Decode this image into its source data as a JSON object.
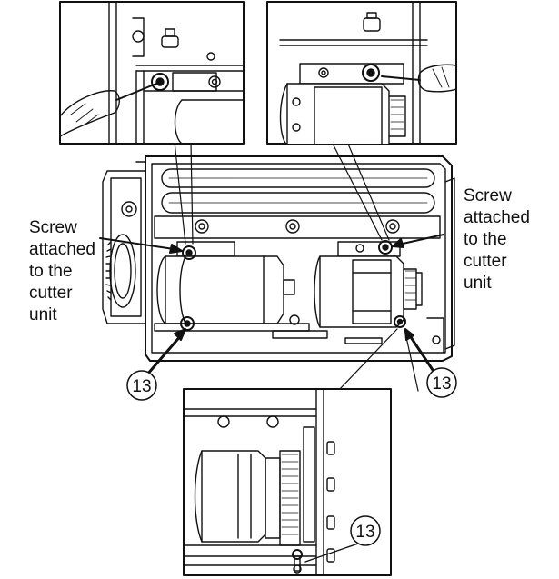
{
  "callouts": {
    "left_label": [
      "Screw",
      "attached",
      "to the",
      "cutter",
      "unit"
    ],
    "right_label": [
      "Screw",
      "attached",
      "to the",
      "cutter",
      "unit"
    ]
  },
  "part_numbers": {
    "left": "13",
    "right": "13",
    "detail": "13"
  },
  "colors": {
    "line": "#111111",
    "fill": "#ffffff",
    "shade": "#d9d9d9"
  }
}
